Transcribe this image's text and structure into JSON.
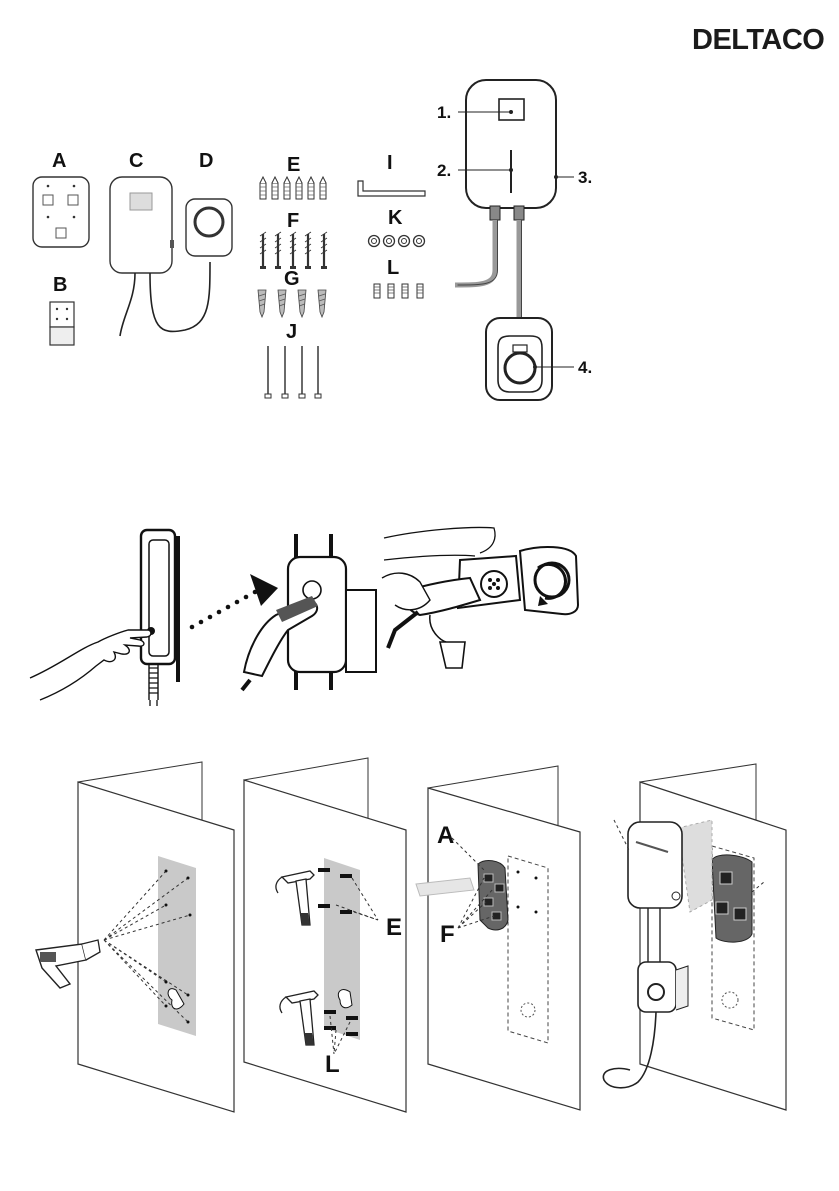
{
  "header": {
    "brand": "DELTACO"
  },
  "parts": {
    "A": "A",
    "B": "B",
    "C": "C",
    "D": "D",
    "E": "E",
    "F": "F",
    "G": "G",
    "I": "I",
    "J": "J",
    "K": "K",
    "L": "L"
  },
  "callouts": {
    "c1": "1.",
    "c2": "2.",
    "c3": "3.",
    "c4": "4."
  },
  "install": {
    "a": "A",
    "e": "E",
    "f": "F",
    "l": "L"
  }
}
